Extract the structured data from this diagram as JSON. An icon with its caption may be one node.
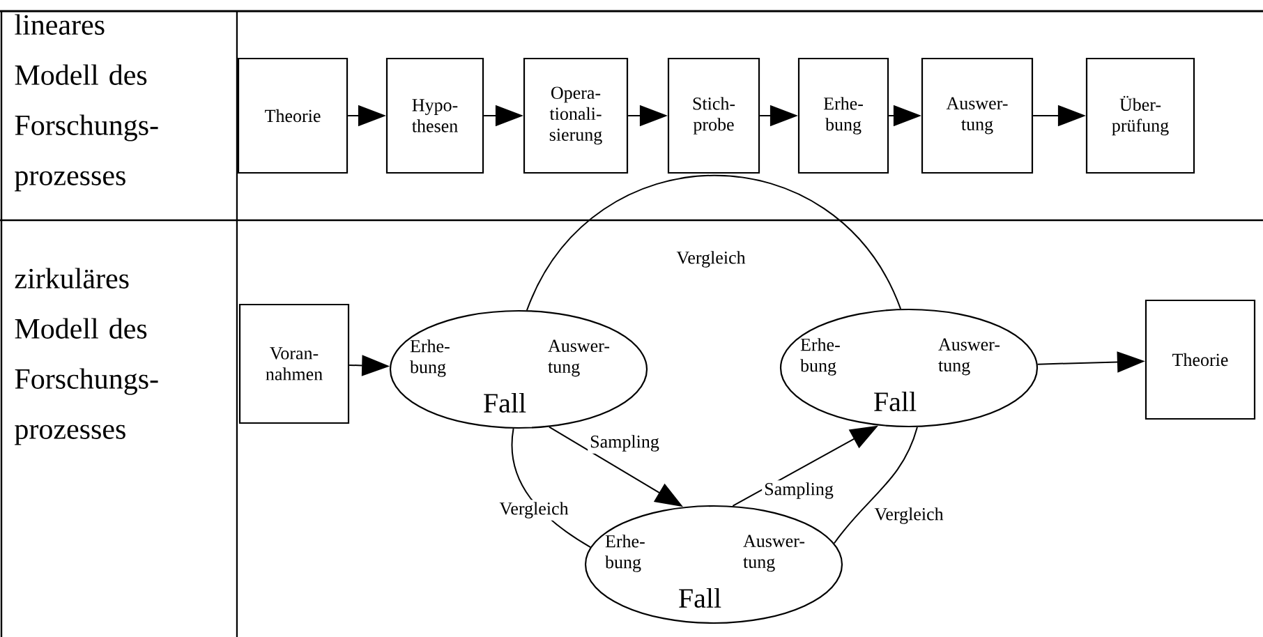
{
  "diagram": {
    "nodes": [
      {
        "text": [
          "Theorie"
        ]
      },
      {
        "text": [
          "Hypo- thesen"
        ]
      },
      {
        "text": [
          "Opera- tionali- sierung"
        ]
      },
      {
        "text": [
          "Stich- probe"
        ]
      },
      {
        "text": [
          "Erhe- bung"
        ]
      },
      {
        "text": [
          "Auswer- tung"
        ]
      },
      {
        "text": [
          "Über- prüfung"
        ]
      },
      {
        "text": [
          "Voran- nahmen"
        ]
      },
      {
        "text": [
          "Erhe- bung",
          "Auswer- tung",
          "Fall"
        ]
      },
      {
        "text": [
          "Erhe- bung",
          "Auswer- tung",
          "Fall"
        ]
      },
      {
        "text": [
          "Erhe- bung",
          "Auswer- tung",
          "Fall"
        ]
      },
      {
        "text": [
          "Theorie"
        ]
      }
    ],
    "edges": [
      {
        "from": 0,
        "to": 1,
        "arrow": "to"
      },
      {
        "from": 1,
        "to": 2,
        "arrow": "to"
      },
      {
        "from": 2,
        "to": 3,
        "arrow": "to"
      },
      {
        "from": 3,
        "to": 4,
        "arrow": "to"
      },
      {
        "from": 4,
        "to": 5,
        "arrow": "to"
      },
      {
        "from": 5,
        "to": 6,
        "arrow": "to"
      },
      {
        "from": 7,
        "to": 8,
        "arrow": "to"
      },
      {
        "from": 8,
        "to": 9,
        "arrow": "to",
        "label": "Sampling"
      },
      {
        "from": 9,
        "to": 10,
        "arrow": "to",
        "label": "Sampling"
      },
      {
        "from": 10,
        "to": 11,
        "arrow": "to"
      },
      {
        "from": 8,
        "to": 10,
        "arrow": "none",
        "label": "Vergleich"
      },
      {
        "from": 8,
        "to": 9,
        "arrow": "none",
        "label": "Vergleich"
      },
      {
        "from": 9,
        "to": 10,
        "arrow": "none",
        "label": "Vergleich"
      }
    ],
    "labels": [
      "lineares Modell des Forschungs- prozesses",
      "zirkuläres Modell des Forschungs- prozesses"
    ]
  }
}
